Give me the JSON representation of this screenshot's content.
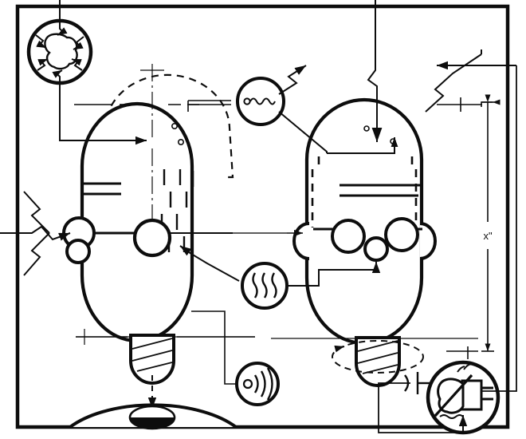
{
  "diagram": {
    "title": "Technical line drawing: two stylized head figures with callout symbol circles",
    "style": "black-and-white patent-style schematic",
    "ink_color": "#0d0d0d",
    "background_color": "#ffffff"
  },
  "frame": {
    "name": "outer-border",
    "description": "heavy rectangular border enclosing the drawing"
  },
  "figures": [
    {
      "id": "left-head",
      "name": "left-head-figure",
      "label": "",
      "features": [
        "rounded capsule head outline",
        "dashed offset contour over crown",
        "stippled hatch field on right cheek",
        "two parallel horizontal lines at left (ear/brow marks)",
        "small side circles at left (ear lobes)",
        "large center circle (nose)",
        "two tiny open circles on crown",
        "hatched neck stub",
        "dashed vertical drop arrow to ground ellipse"
      ]
    },
    {
      "id": "right-head",
      "name": "right-head-figure",
      "label": "",
      "features": [
        "rounded capsule head outline",
        "dashed vertical side lines",
        "two long horizontal lines (brow/mouth marks)",
        "two eye circles plus small nose circle",
        "two ear arcs",
        "two tiny open circles on crown",
        "hatched neck stub",
        "dashed rotation ellipse around neck"
      ]
    }
  ],
  "callouts": [
    {
      "id": "callout-blob",
      "name": "callout-circle-blob-impact",
      "icon": "blob-impact-icon",
      "meaning": "irregular blob struck by inward lightning arrows",
      "position": "top-left"
    },
    {
      "id": "callout-thread",
      "name": "callout-circle-thread",
      "icon": "screw-thread-icon",
      "meaning": "small circle with squiggly thread line",
      "position": "top-center"
    },
    {
      "id": "callout-heat",
      "name": "callout-circle-heat",
      "icon": "heat-waves-icon",
      "meaning": "three vertical wavy heat lines",
      "position": "center"
    },
    {
      "id": "callout-sound",
      "name": "callout-circle-sound",
      "icon": "sound-waves-icon",
      "meaning": "small circle emitting concentric sound arcs",
      "position": "bottom-center"
    },
    {
      "id": "callout-noplug",
      "name": "callout-circle-no-wet-hands",
      "icon": "hand-plug-prohibited-icon",
      "meaning": "hand holding plug with slash and water ripples",
      "position": "bottom-right"
    }
  ],
  "annotations": {
    "dimension_label": "x\"",
    "dimension_name": "vertical-dimension-x",
    "center_mark": "+",
    "arrow_count": 9
  },
  "ground": {
    "name": "ground-dome",
    "description": "dome shape with dark filled ellipse opening at bottom-left"
  }
}
